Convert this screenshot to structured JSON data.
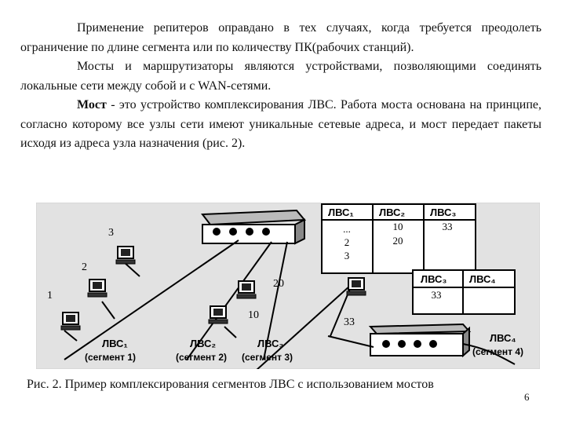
{
  "paragraphs": [
    "Применение репитеров оправдано в тех случаях, когда требуется преодолеть ограничение по длине сегмента или по количеству ПК(рабочих станций).",
    "Мосты и маршрутизаторы являются устройствами, позволяющими соединять локальные сети между собой и с WAN-сетями."
  ],
  "definition": {
    "term": "Мост",
    "text": " - это устройство комплексирования ЛВС. Работа моста основана на принципе, согласно которому все узлы сети имеют уникальные сетевые адреса, и мост передает пакеты исходя из адреса узла назначения (рис. 2)."
  },
  "figure": {
    "table1": {
      "headers": [
        "ЛВС₁",
        "ЛВС₂",
        "ЛВС₃"
      ],
      "col1": [
        "...",
        "2",
        "3"
      ],
      "col2": [
        "10",
        "20"
      ],
      "col3": [
        "33"
      ]
    },
    "table2": {
      "headers": [
        "ЛВС₃",
        "ЛВС₄"
      ],
      "col1": [
        "33"
      ]
    },
    "node_labels": [
      "1",
      "2",
      "3",
      "10",
      "20",
      "33"
    ],
    "segments": [
      {
        "name": "ЛВС₁",
        "sub": "(сегмент 1)"
      },
      {
        "name": "ЛВС₂",
        "sub": "(сегмент 2)"
      },
      {
        "name": "ЛВС₃",
        "sub": "(сегмент 3)"
      },
      {
        "name": "ЛВС₄",
        "sub": "(сегмент 4)"
      }
    ]
  },
  "caption": "Рис. 2. Пример комплексирования сегментов ЛВС с использованием мостов",
  "page_number": "6"
}
